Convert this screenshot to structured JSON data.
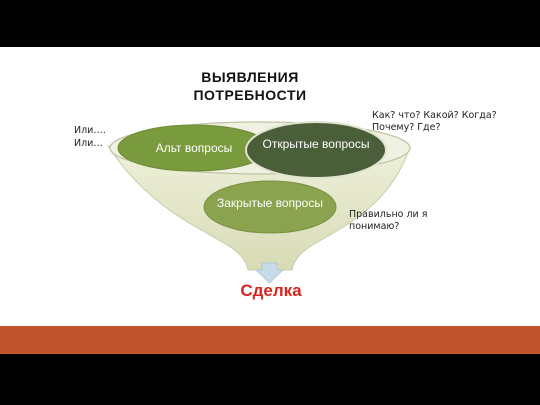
{
  "title": "ВЫЯВЛЕНИЯ ПОТРЕБНОСТИ",
  "notes": {
    "or_line1": "Или….",
    "or_line2": "Или…",
    "questions": "Как? что? Какой? Когда? Почему? Где?",
    "understand": "Правильно ли я понимаю?"
  },
  "nodes": {
    "alt": "Альт вопросы",
    "open": "Открытые вопросы",
    "closed": "Закрытые вопросы"
  },
  "result": "Сделка",
  "colors": {
    "alt": "#7a9a3e",
    "open": "#4a5e3a",
    "closed": "#8ba24e",
    "funnel": "#e9ebcf",
    "arrow": "#c7dbe8",
    "deal": "#d8241f",
    "bottom_bar": "#c0532c"
  }
}
